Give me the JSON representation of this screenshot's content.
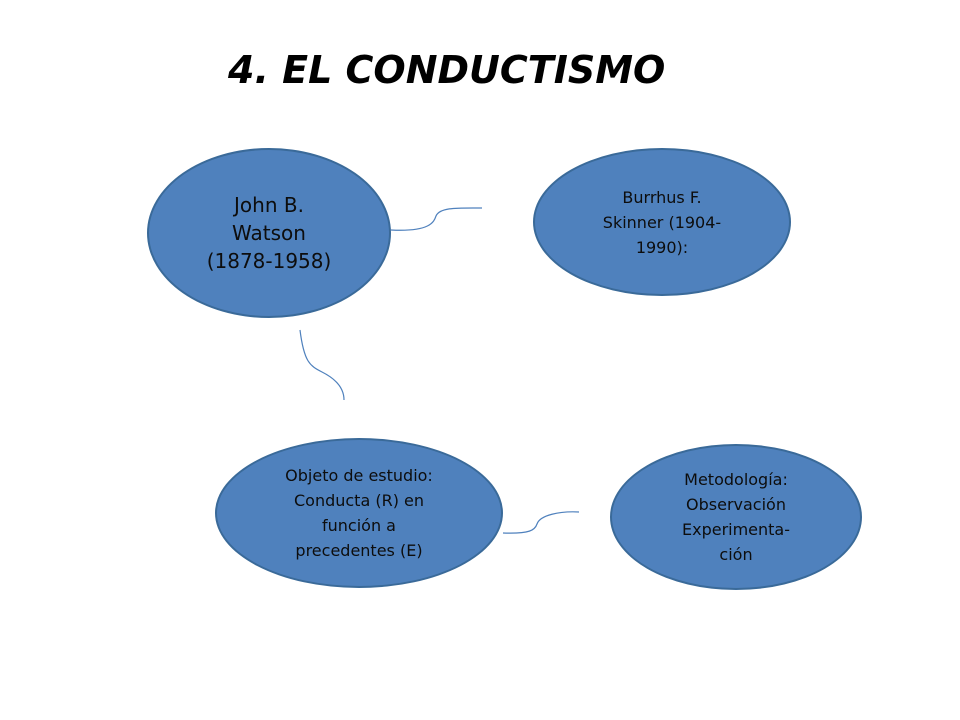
{
  "slide": {
    "title": "4. EL CONDUCTISMO"
  },
  "nodes": {
    "watson": {
      "label": "John B.\nWatson\n(1878-1958)"
    },
    "skinner": {
      "label": "Burrhus F.\nSkinner (1904-\n1990):"
    },
    "objeto": {
      "label": "Objeto de estudio:\nConducta (R)  en\nfunción a\nprecedentes (E)"
    },
    "metodologia": {
      "label": "Metodología:\nObservación\nExperimenta-\nción"
    }
  },
  "colors": {
    "node_fill": "#4f81bd",
    "node_border": "#3a6a99",
    "connector": "#4f81bd"
  }
}
